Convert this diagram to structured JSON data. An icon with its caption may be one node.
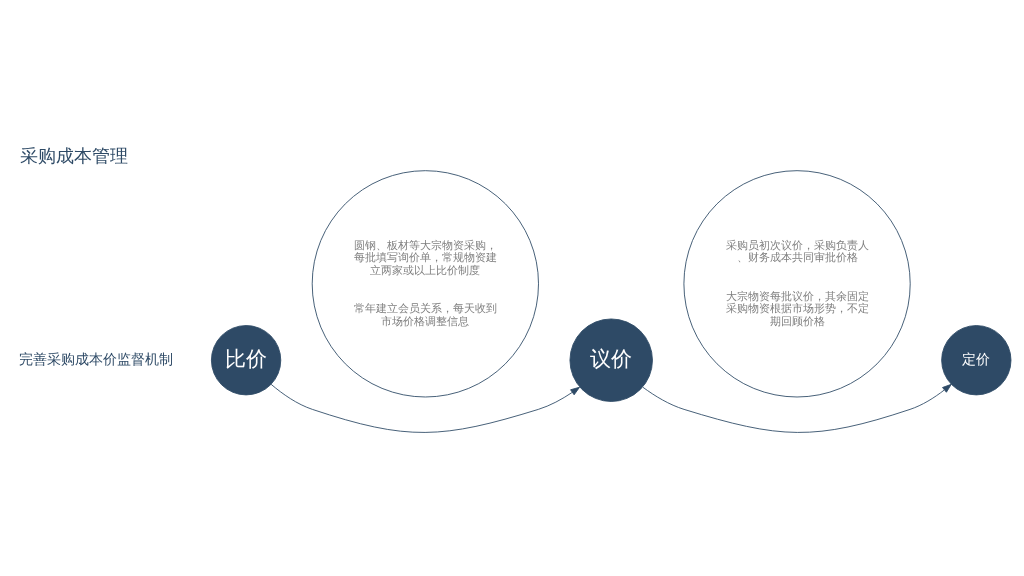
{
  "diagram": {
    "title": "采购成本管理",
    "nodes": [
      {
        "text": [
          "圆钢、板材等大宗物资采购，每批填写询价单，常规物资建立两家或以上比价制度",
          "常年建立会员关系，每天收到市场价格调整信息"
        ]
      },
      {
        "text": [
          "采购员初次议价，采购负责人、财务成本共同审批价格",
          "大宗物资每批议价，其余固定采购物资根据市场形势，不定期回顾价格"
        ]
      },
      {
        "text": [
          "比价"
        ]
      },
      {
        "text": [
          "议价"
        ]
      },
      {
        "text": [
          "定价"
        ]
      }
    ],
    "edges": [
      {
        "from": 2,
        "to": 3,
        "arrow": "to"
      },
      {
        "from": 3,
        "to": 4,
        "arrow": "to"
      }
    ],
    "labels": [
      "完善采购成本价监督机制"
    ]
  }
}
